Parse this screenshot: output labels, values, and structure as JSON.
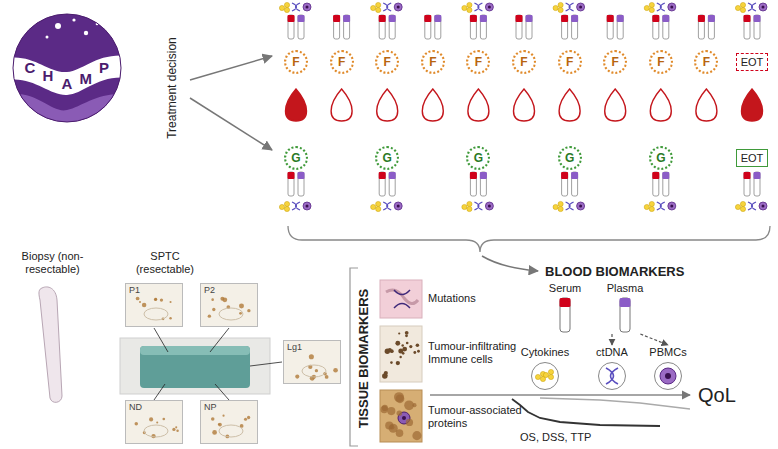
{
  "diagram": {
    "nodes": [
      {
        "text": [
          "F"
        ]
      },
      {
        "text": [
          "F"
        ]
      },
      {
        "text": [
          "F"
        ]
      },
      {
        "text": [
          "F"
        ]
      },
      {
        "text": [
          "F"
        ]
      },
      {
        "text": [
          "F"
        ]
      },
      {
        "text": [
          "F"
        ]
      },
      {
        "text": [
          "F"
        ]
      },
      {
        "text": [
          "F"
        ]
      },
      {
        "text": [
          "F"
        ]
      },
      {
        "text": [
          "EOT"
        ]
      },
      {
        "text": [
          "G"
        ]
      },
      {
        "text": [
          "G"
        ]
      },
      {
        "text": [
          "G"
        ]
      },
      {
        "text": [
          "G"
        ]
      },
      {
        "text": [
          "G"
        ]
      },
      {
        "text": [
          "EOT"
        ]
      },
      {
        "text": [
          "P1"
        ]
      },
      {
        "text": [
          "P2"
        ]
      },
      {
        "text": [
          "Lg1"
        ]
      },
      {
        "text": [
          "ND"
        ]
      },
      {
        "text": [
          "NP"
        ]
      },
      {
        "text": [
          "Serum"
        ]
      },
      {
        "text": [
          "Plasma"
        ]
      },
      {
        "text": [
          "Cytokines"
        ]
      },
      {
        "text": [
          "ctDNA"
        ]
      },
      {
        "text": [
          "PBMCs"
        ]
      }
    ],
    "edges": [
      {
        "from": 23,
        "to": 25,
        "arrow": "to"
      },
      {
        "from": 23,
        "to": 26,
        "arrow": "to"
      }
    ],
    "labels": [
      "C",
      "H",
      "A",
      "M",
      "P",
      "Treatment decision",
      "Biopsy (non-resectable)",
      "SPTC (resectable)",
      "TISSUE BIOMARKERS",
      "Mutations",
      "Tumour-infiltrating Immune cells",
      "Tumour-associated proteins",
      "BLOOD BIOMARKERS",
      "QoL",
      "OS, DSS, TTP"
    ]
  }
}
